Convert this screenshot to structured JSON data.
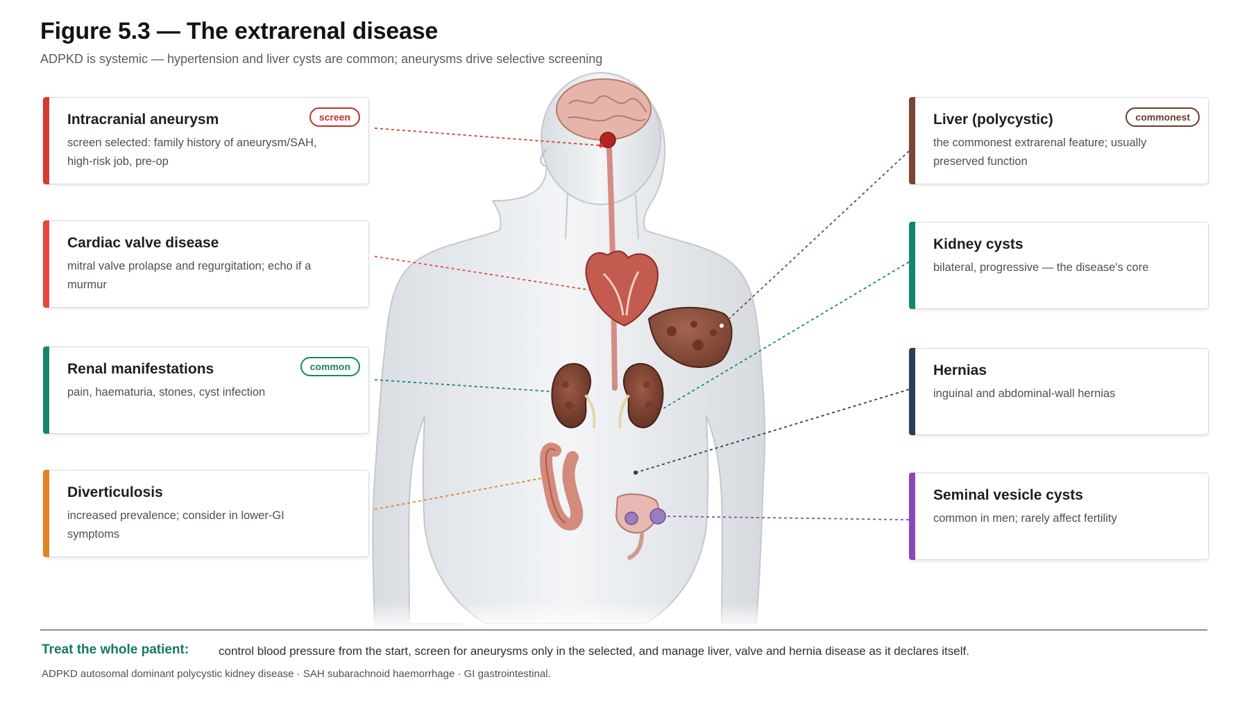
{
  "header": {
    "title": "Figure 5.3 — The extrarenal disease",
    "subtitle": "ADPKD is systemic — hypertension and liver cysts are common; aneurysms drive selective screening"
  },
  "colors": {
    "red": "#d63b30",
    "green": "#17846a",
    "orange": "#e08324",
    "brown": "#7a4536",
    "teal": "#13866f",
    "navy": "#2c3e55",
    "purple": "#8c47b5"
  },
  "left_cards": [
    {
      "title": "Intracranial aneurysm",
      "desc": "screen selected: family history of aneurysm/SAH, high-risk job, pre-op",
      "badge": "screen",
      "color": "#d63b30"
    },
    {
      "title": "Cardiac valve disease",
      "desc": "mitral valve prolapse and regurgitation; echo if a murmur",
      "badge": "",
      "color": "#e8473a"
    },
    {
      "title": "Renal manifestations",
      "desc": "pain, haematuria, stones, cyst infection",
      "badge": "common",
      "color": "#17846a"
    },
    {
      "title": "Diverticulosis",
      "desc": "increased prevalence; consider in lower-GI symptoms",
      "badge": "",
      "color": "#e08324"
    }
  ],
  "right_cards": [
    {
      "title": "Liver (polycystic)",
      "desc": "the commonest extrarenal feature; usually preserved function",
      "badge": "commonest",
      "color": "#7a4536"
    },
    {
      "title": "Kidney cysts",
      "desc": "bilateral, progressive — the disease's core",
      "badge": "",
      "color": "#13866f"
    },
    {
      "title": "Hernias",
      "desc": "inguinal and abdominal-wall hernias",
      "badge": "",
      "color": "#2c3e55"
    },
    {
      "title": "Seminal vesicle cysts",
      "desc": "common in men; rarely affect fertility",
      "badge": "",
      "color": "#8c47b5"
    }
  ],
  "footer": {
    "lead": "Treat the whole patient:",
    "text": "control blood pressure from the start, screen for aneurysms only in the selected, and manage liver, valve and hernia disease as it declares itself.",
    "abbreviations": "ADPKD autosomal dominant polycystic kidney disease · SAH subarachnoid haemorrhage · GI gastrointestinal."
  }
}
